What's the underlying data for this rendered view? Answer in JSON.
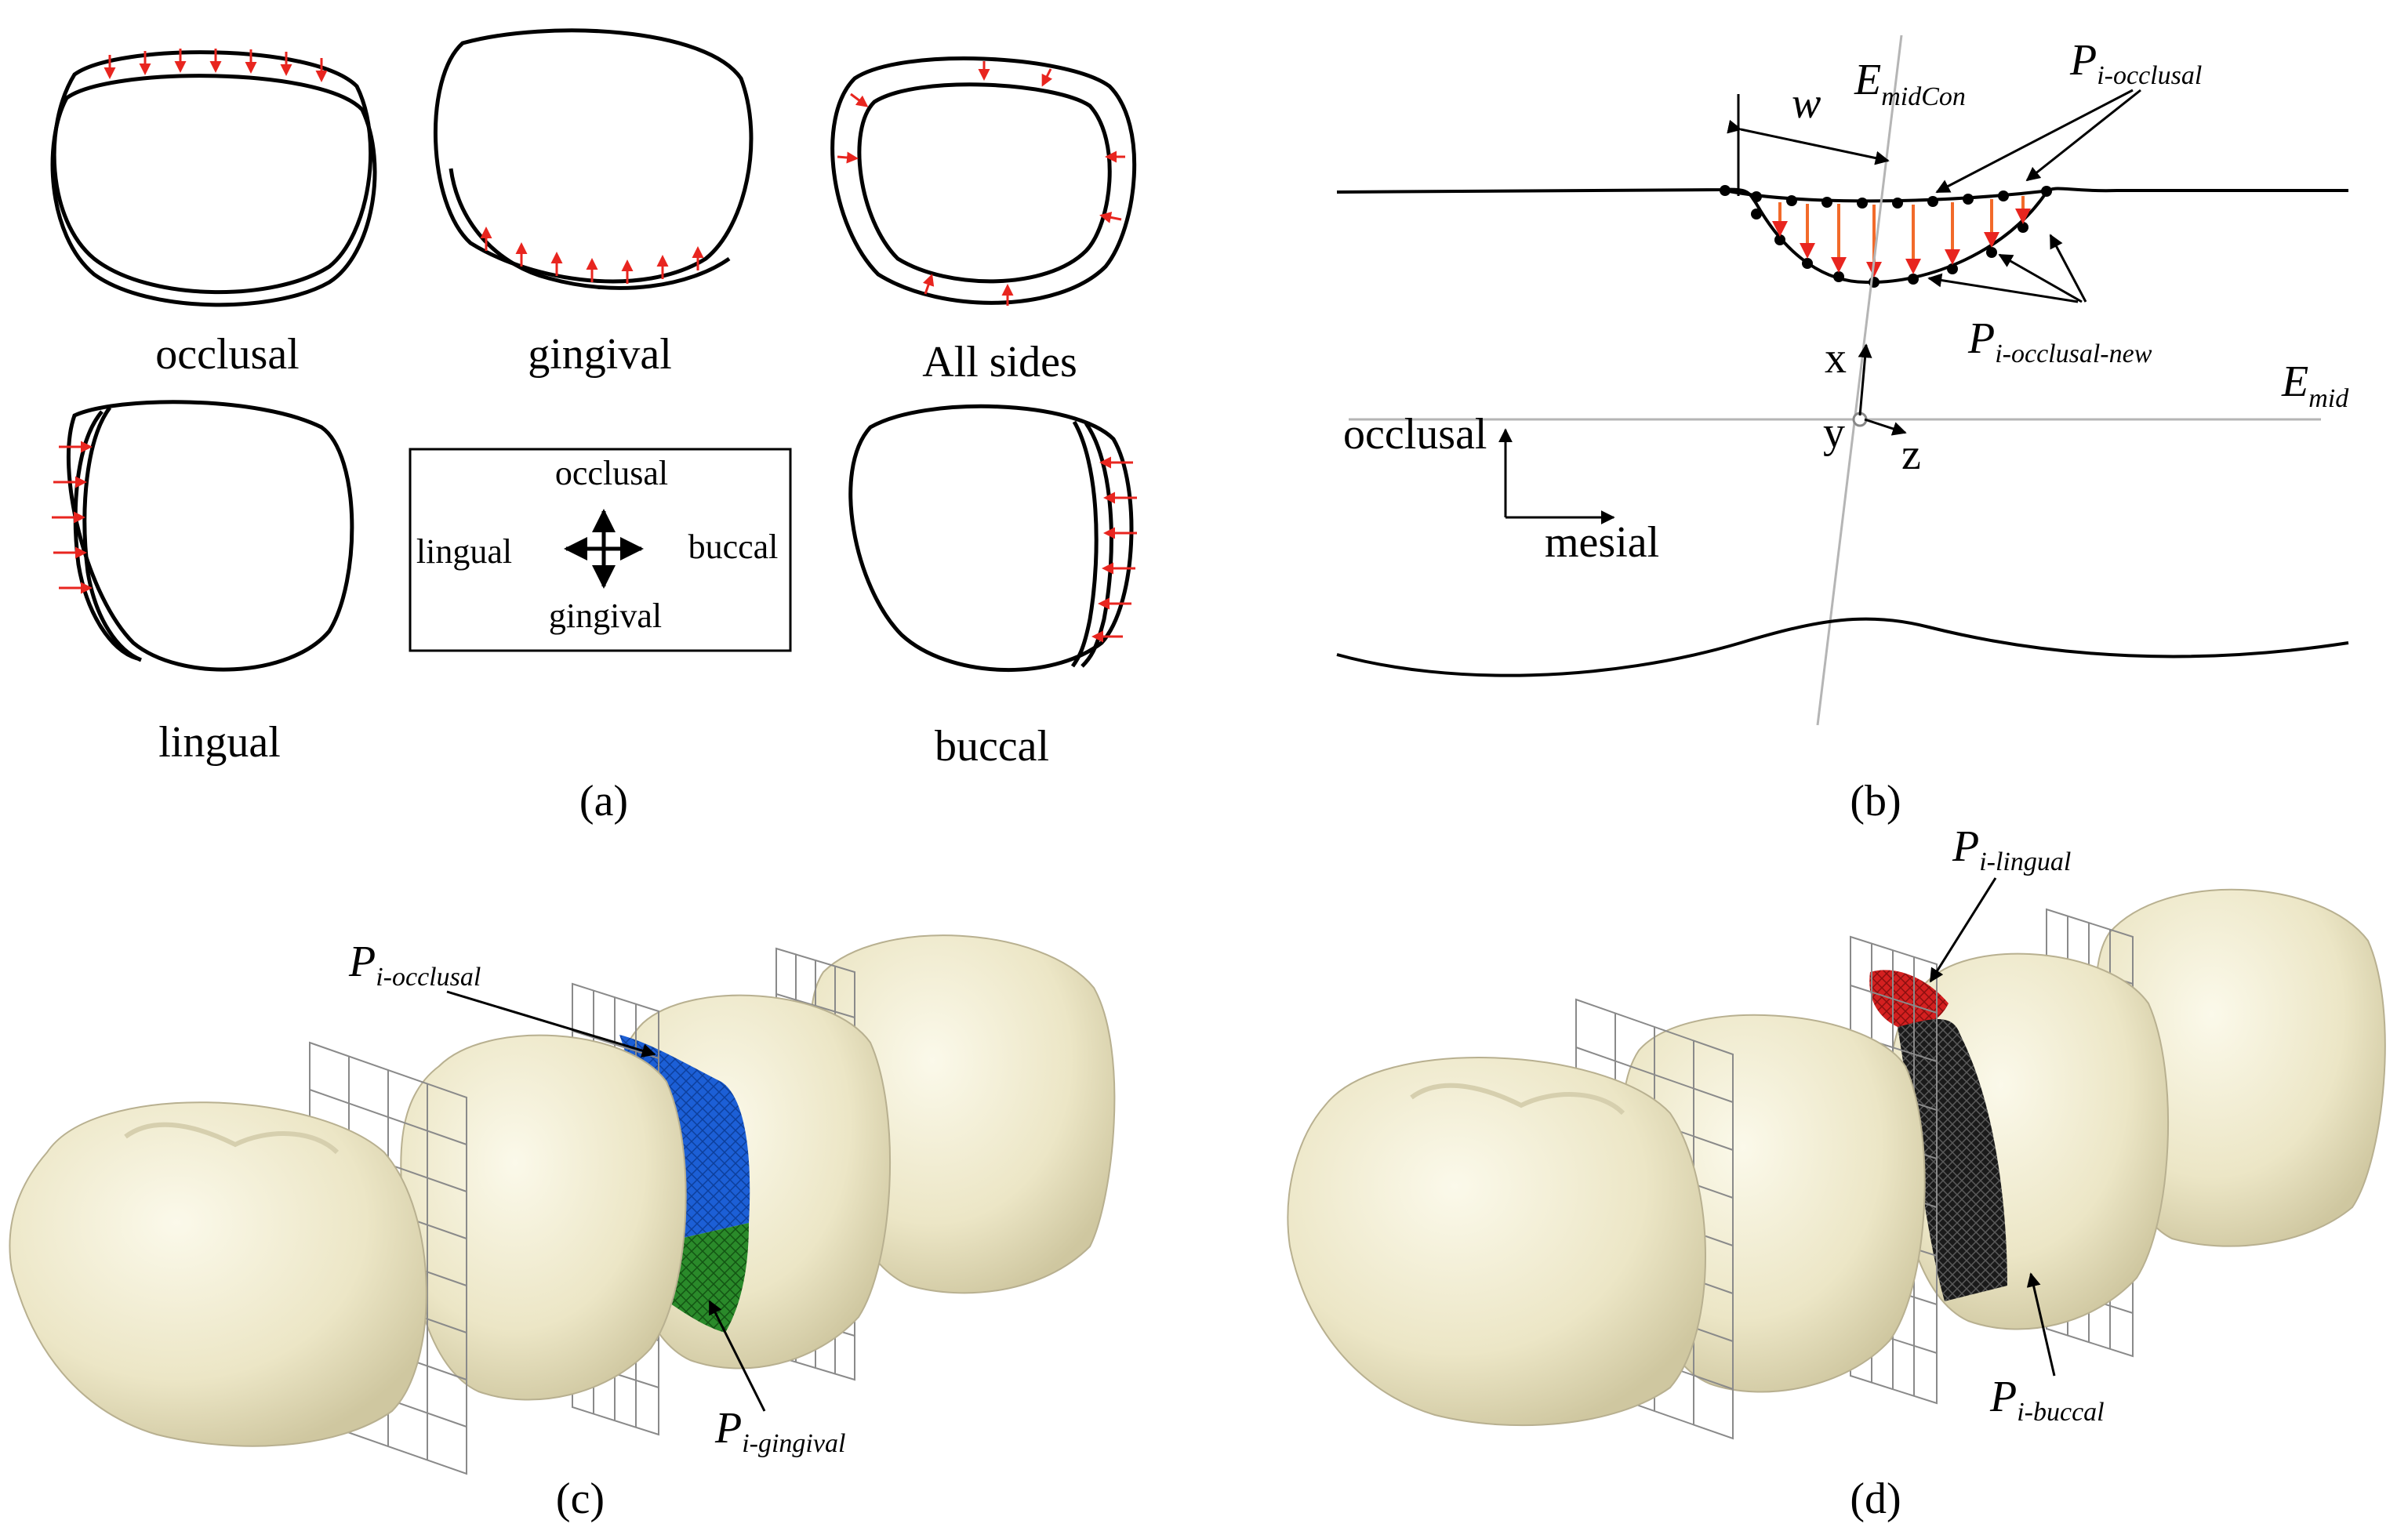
{
  "panel_a": {
    "caption": "(a)",
    "shapes": [
      "occlusal",
      "gingival",
      "All sides",
      "lingual",
      "buccal"
    ],
    "legend": {
      "top": "occlusal",
      "bottom": "gingival",
      "left": "lingual",
      "right": "buccal"
    }
  },
  "panel_b": {
    "caption": "(b)",
    "w": "w",
    "e_midcon": "E",
    "e_midcon_sub": "midCon",
    "p_occlusal": "P",
    "p_occlusal_sub": "i-occlusal",
    "p_occlusal_new": "P",
    "p_occlusal_new_sub": "i-occlusal-new",
    "e_mid": "E",
    "e_mid_sub": "mid",
    "axis_x": "x",
    "axis_y": "y",
    "axis_z": "z",
    "dir_occlusal": "occlusal",
    "dir_mesial": "mesial"
  },
  "panel_c": {
    "caption": "(c)",
    "p_top": "P",
    "p_top_sub": "i-occlusal",
    "p_bottom": "P",
    "p_bottom_sub": "i-gingival"
  },
  "panel_d": {
    "caption": "(d)",
    "p_top": "P",
    "p_top_sub": "i-lingual",
    "p_bottom": "P",
    "p_bottom_sub": "i-buccal"
  },
  "colors": {
    "arrow_red": "#e8251f",
    "tooth": "#efeacd",
    "blue_mesh": "#1c5fd6",
    "green_mesh": "#2a8a2a",
    "red_mesh": "#d42020",
    "black_mesh": "#1a1a1a",
    "grid": "#8a8a8a"
  }
}
